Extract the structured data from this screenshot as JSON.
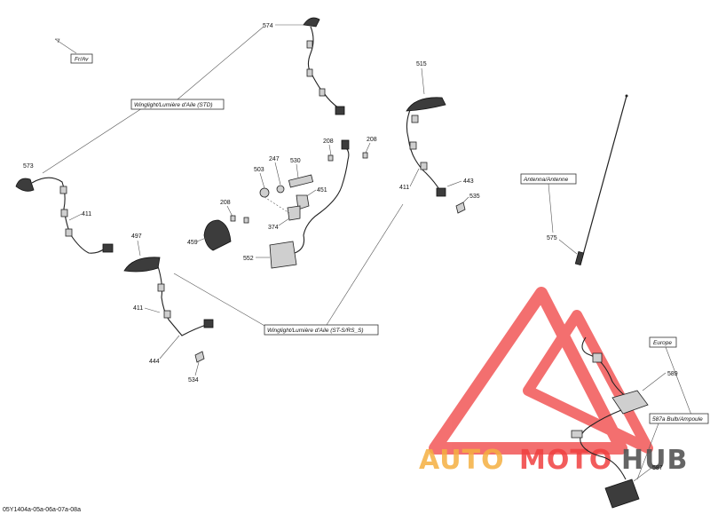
{
  "labels": {
    "fr_av": "Fr/Av",
    "winglight_std": "Winglight/Lumière d'Aile (STD)",
    "winglight_sts": "Winglight/Lumière d'Aile (ST-S/RS_S)",
    "antenna": "Antenna/Antenne",
    "europe": "Europe",
    "bulb": "587a Bulb/Ampoule"
  },
  "part_numbers": {
    "p574": "574",
    "p573": "573",
    "p411a": "411",
    "p497": "497",
    "p411b": "411",
    "p444": "444",
    "p534": "534",
    "p247": "247",
    "p530": "530",
    "p503": "503",
    "p451": "451",
    "p208a": "208",
    "p459": "459",
    "p374": "374",
    "p552": "552",
    "p208b": "208",
    "p208c": "208",
    "p515": "515",
    "p411c": "411",
    "p443": "443",
    "p535": "535",
    "p575": "575",
    "p589": "589",
    "p587": "587"
  },
  "footer": {
    "code": "05Y1404a-05a-06a-07a-08a"
  },
  "watermark": {
    "part1": "AUTO",
    "part2": "MOTO",
    "part3": "HUB"
  },
  "colors": {
    "watermark_red": "#f04040",
    "watermark_orange": "#f5b041",
    "watermark_gray": "#555555"
  }
}
